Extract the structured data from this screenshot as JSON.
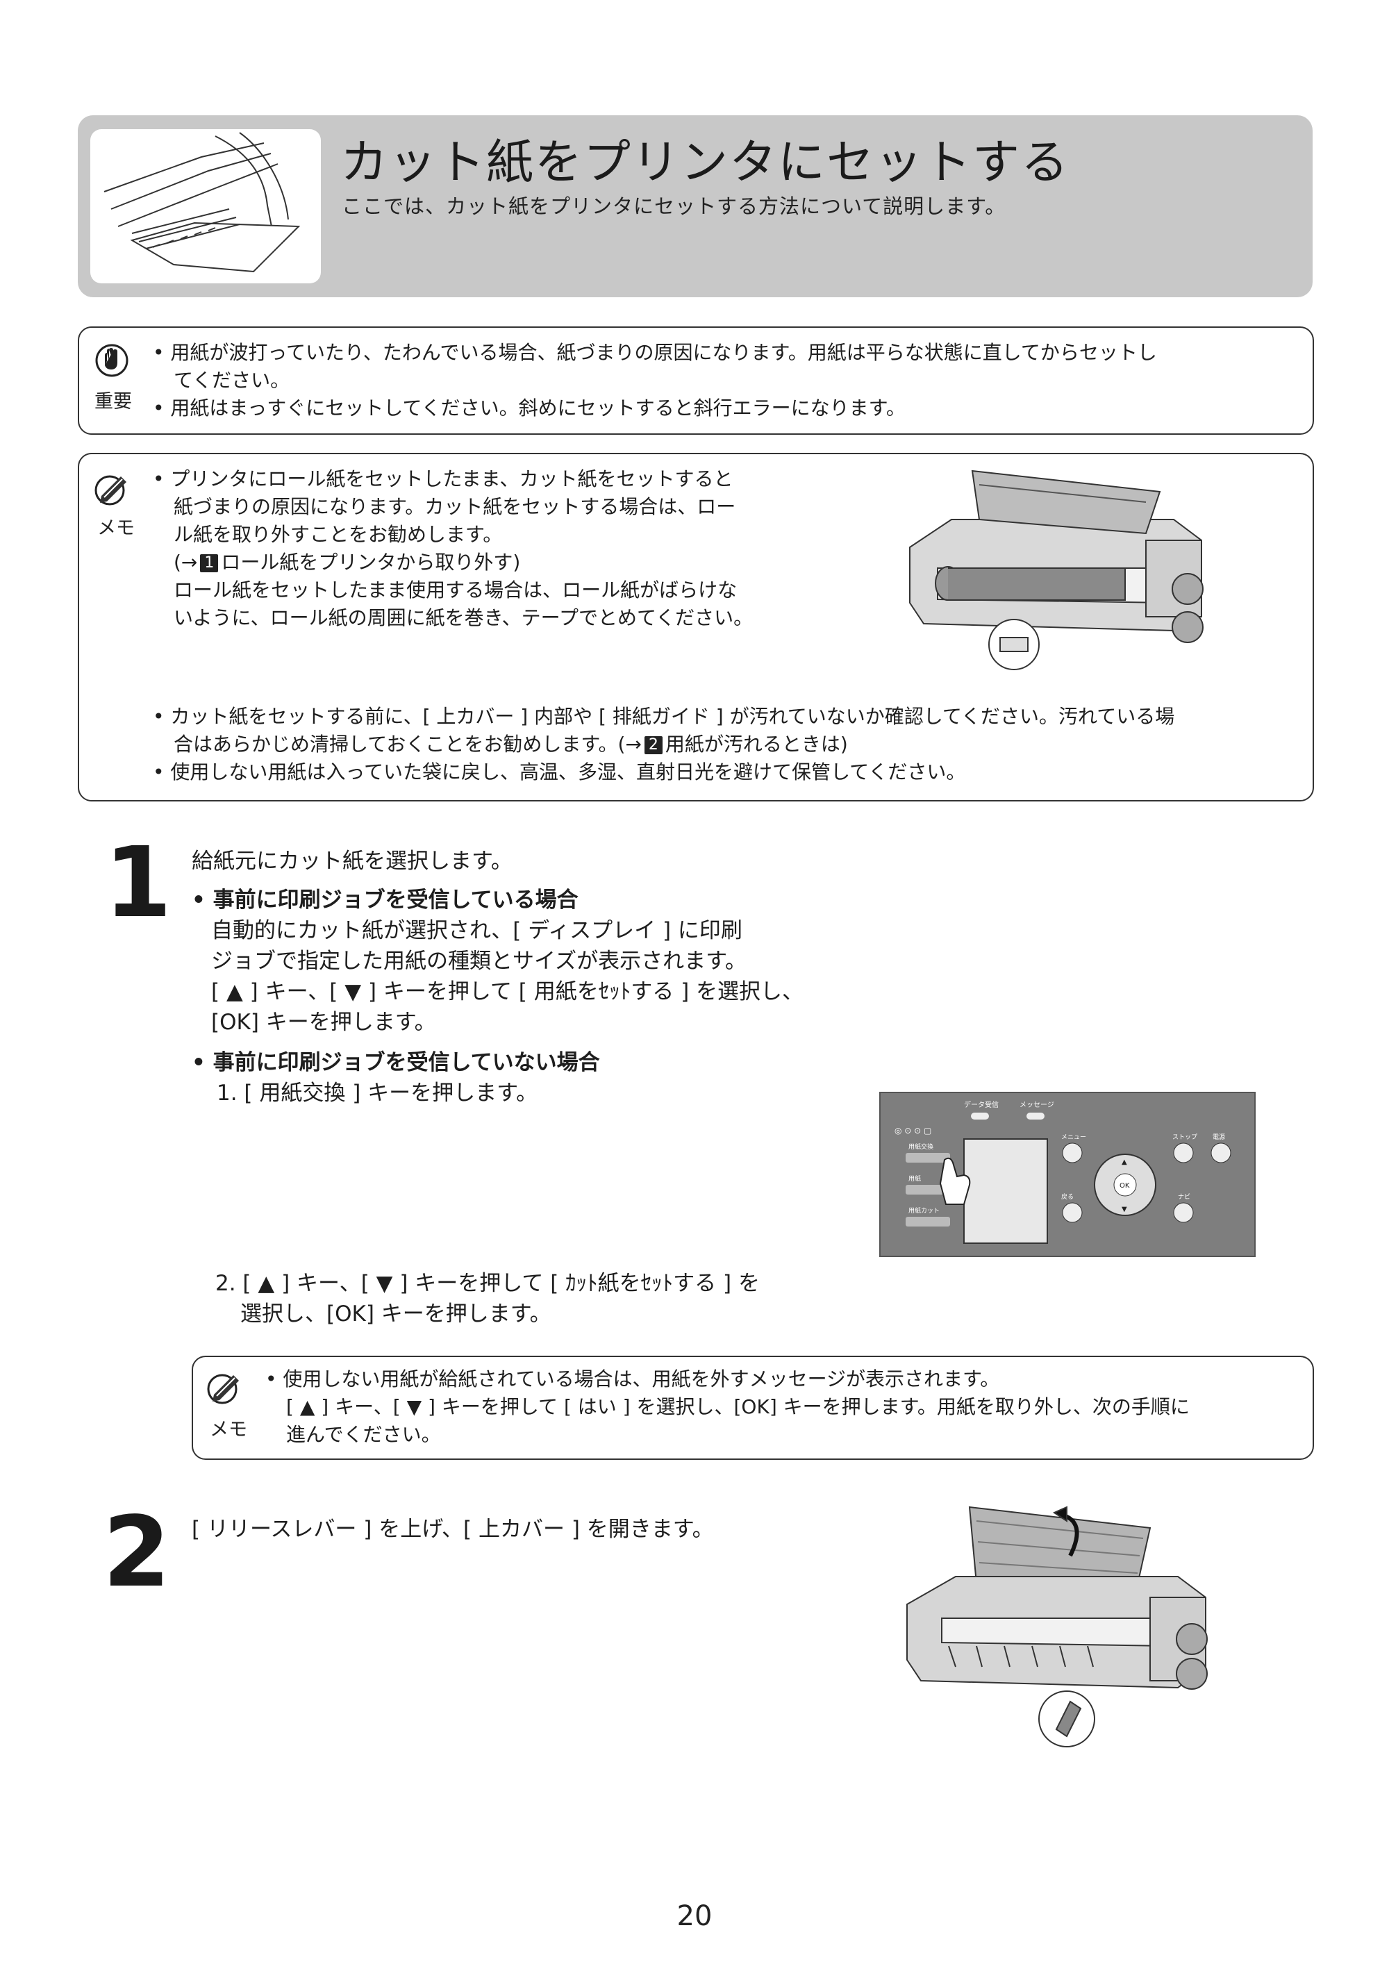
{
  "header": {
    "title": "カット紙をプリンタにセットする",
    "subtitle": "ここでは、カット紙をプリンタにセットする方法について説明します。"
  },
  "important": {
    "label": "重要",
    "bullets": [
      [
        "• 用紙が波打っていたり、たわんでいる場合、紙づまりの原因になります。用紙は平らな状態に直してからセットし",
        "てください。"
      ],
      [
        "• 用紙はまっすぐにセットしてください。斜めにセットすると斜行エラーになります。"
      ]
    ]
  },
  "memo1": {
    "label": "メモ",
    "bullet1": [
      "• プリンタにロール紙をセットしたまま、カット紙をセットすると",
      "紙づまりの原因になります。カット紙をセットする場合は、ロー",
      "ル紙を取り外すことをお勧めします。",
      "(→",
      "1",
      "ロール紙をプリンタから取り外す)",
      "ロール紙をセットしたまま使用する場合は、ロール紙がばらけな",
      "いように、ロール紙の周囲に紙を巻き、テープでとめてください。"
    ],
    "bullet2": [
      "• カット紙をセットする前に、[ 上カバー ] 内部や [ 排紙ガイド ] が汚れていないか確認してください。汚れている場",
      "合はあらかじめ清掃しておくことをお勧めします。(→",
      "2",
      "用紙が汚れるときは)"
    ],
    "bullet3": "• 使用しない用紙は入っていた袋に戻し、高温、多湿、直射日光を避けて保管してください。"
  },
  "step1": {
    "number": "1",
    "intro": "給紙元にカット紙を選択します。",
    "case1_heading": "• 事前に印刷ジョブを受信している場合",
    "case1_lines": [
      "自動的にカット紙が選択され、[ ディスプレイ ] に印刷",
      "ジョブで指定した用紙の種類とサイズが表示されます。",
      "[ ▲ ] キー、[ ▼ ] キーを押して [ 用紙をｾｯﾄする ] を選択し、",
      "[OK] キーを押します。"
    ],
    "case2_heading": "• 事前に印刷ジョブを受信していない場合",
    "case2_sub1": "1. [ 用紙交換 ] キーを押します。",
    "case2_sub2": [
      "2. [ ▲ ] キー、[ ▼ ] キーを押して [ ｶｯﾄ紙をｾｯﾄする ] を",
      "選択し、[OK] キーを押します。"
    ]
  },
  "panel": {
    "label_data": "データ受信",
    "label_message": "メッセージ",
    "label_paper_change": "用紙交換",
    "label_menu": "メニュー",
    "label_stop": "ストップ",
    "label_power": "電源",
    "label_back": "戻る",
    "label_navi": "ナビ",
    "label_cut": "用紙カット",
    "label_feed": "用紙",
    "label_ok": "OK"
  },
  "memo2": {
    "label": "メモ",
    "lines": [
      "• 使用しない用紙が給紙されている場合は、用紙を外すメッセージが表示されます。",
      "[ ▲ ] キー、[ ▼ ] キーを押して [ はい ] を選択し、[OK] キーを押します。用紙を取り外し、次の手順に",
      "進んでください。"
    ]
  },
  "step2": {
    "number": "2",
    "text": "[ リリースレバー ] を上げ、[ 上カバー ] を開きます。"
  },
  "page_number": "20"
}
